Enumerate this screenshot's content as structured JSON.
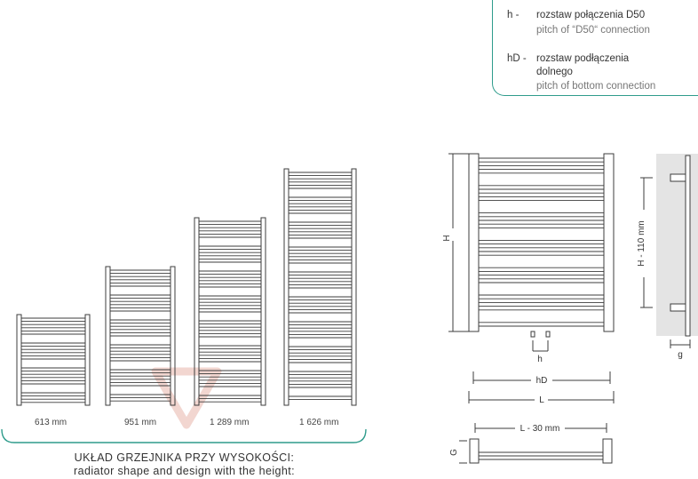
{
  "legend": {
    "items": [
      {
        "key": "h -",
        "pl": "rozstaw połączenia D50",
        "en": "pitch of “D50“ connection"
      },
      {
        "key": "hD -",
        "pl": "rozstaw podłączenia",
        "pl2": "dolnego",
        "en": "pitch of bottom connection"
      }
    ]
  },
  "heights": [
    "613 mm",
    "951 mm",
    "1 289 mm",
    "1 626 mm"
  ],
  "caption": {
    "pl": "UKŁAD GRZEJNIKA PRZY WYSOKOŚCI:",
    "en": "radiator shape and design with the height:"
  },
  "dimensions": {
    "H": "H",
    "h": "h",
    "hD": "hD",
    "L": "L",
    "H_minus": "H - 110 mm",
    "g": "g",
    "L_minus": "L - 30 mm",
    "G": "G"
  },
  "colors": {
    "accent": "#2f9c8c",
    "line": "#3c3c3c",
    "watermark": "#f3d7d2"
  }
}
